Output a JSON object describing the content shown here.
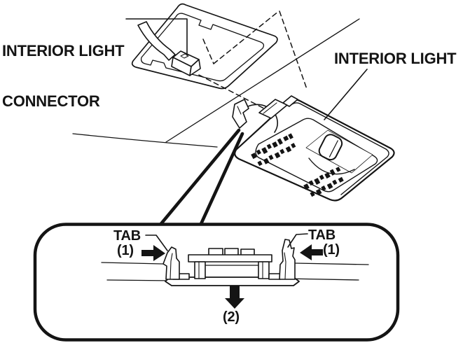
{
  "diagram": {
    "title": "interior light removal illustration",
    "background_color": "#ffffff",
    "line_color": "#141414",
    "labels": {
      "connector_line1": "INTERIOR LIGHT",
      "connector_line2": "CONNECTOR",
      "interior_light": "INTERIOR LIGHT"
    },
    "detail_callout": {
      "tab_left_label": "TAB",
      "tab_left_step": "(1)",
      "tab_left_arrow": "right-arrow",
      "tab_right_label": "TAB",
      "tab_right_step": "(1)",
      "tab_right_arrow": "left-arrow",
      "remove_step": "(2)",
      "remove_arrow": "down-arrow"
    }
  }
}
